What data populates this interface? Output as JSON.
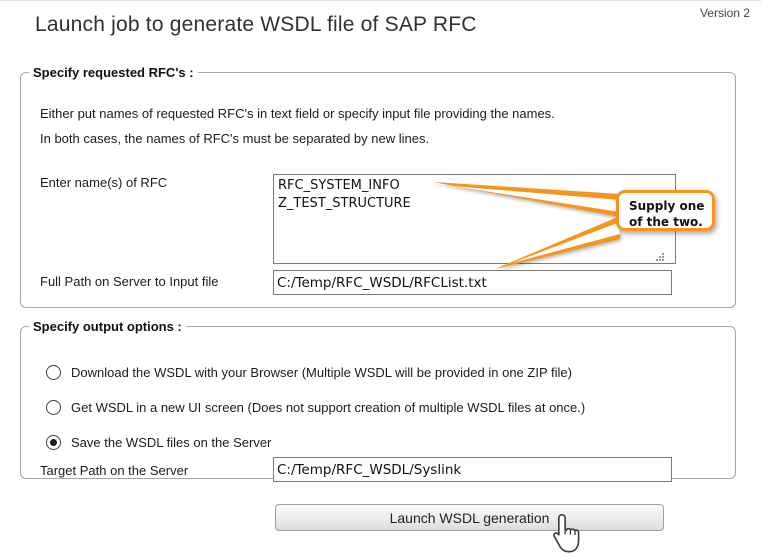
{
  "page": {
    "version_label": "Version 2",
    "title": "Launch job to generate WSDL file of SAP RFC"
  },
  "rfc_section": {
    "legend": "Specify requested RFC's :",
    "instructions_line1": "Either put names of requested RFC's in text field or specify input file providing the names.",
    "instructions_line2": "In both cases, the names of RFC's must be separated by new lines.",
    "rfc_names_label": "Enter name(s) of RFC",
    "rfc_names_value": "RFC_SYSTEM_INFO\nZ_TEST_STRUCTURE",
    "input_file_label": "Full Path on Server to Input file",
    "input_file_value": "C:/Temp/RFC_WSDL/RFCList.txt"
  },
  "callout": {
    "text_line1": "Supply one",
    "text_line2": "of the two.",
    "accent_color": "#F7941E"
  },
  "output_section": {
    "legend": "Specify output options :",
    "options": [
      {
        "label": "Download the WSDL with your Browser (Multiple WSDL will be provided in one ZIP file)",
        "selected": false
      },
      {
        "label": "Get WSDL in a new UI screen (Does not support creation of multiple WSDL files at once.)",
        "selected": false
      },
      {
        "label": "Save the WSDL files on the Server",
        "selected": true
      }
    ],
    "target_path_label": "Target Path on the Server",
    "target_path_value": "C:/Temp/RFC_WSDL/Syslink"
  },
  "actions": {
    "launch_button_label": "Launch WSDL generation"
  }
}
